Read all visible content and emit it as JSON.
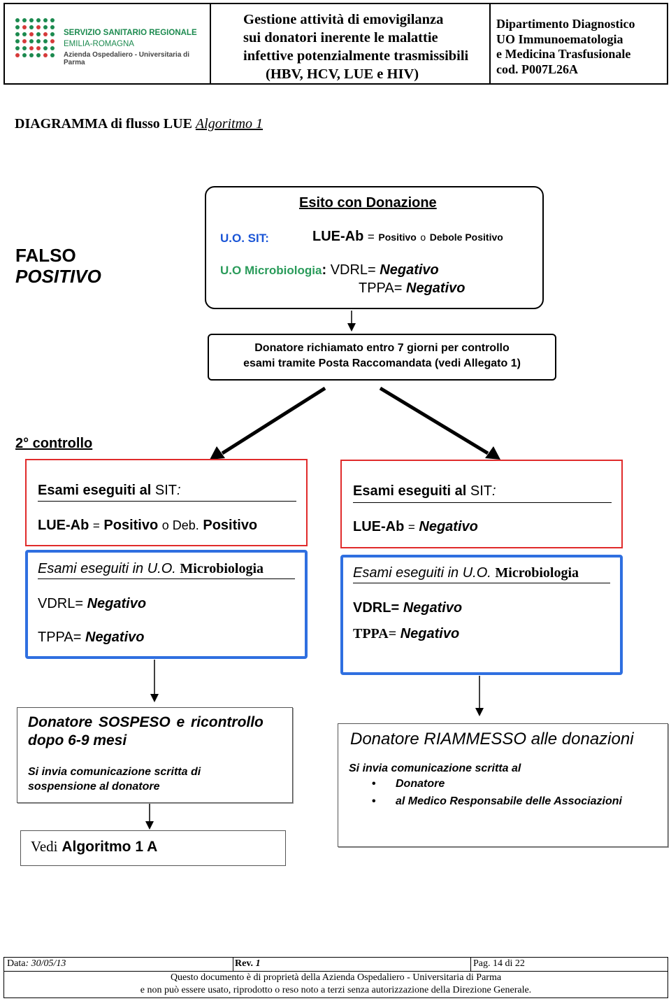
{
  "header": {
    "logo": {
      "line1": "SERVIZIO SANITARIO REGIONALE",
      "line2": "EMILIA-ROMAGNA",
      "line3": "Azienda Ospedaliero - Universitaria di Parma"
    },
    "title": {
      "line1": "Gestione attività di emovigilanza",
      "line2": "sui donatori  inerente le malattie",
      "line3": "infettive potenzialmente trasmissibili",
      "line4": "(HBV, HCV, LUE e HIV)"
    },
    "dept": {
      "line1": "Dipartimento Diagnostico",
      "line2": "UO Immunoematologia",
      "line3": "e Medicina Trasfusionale",
      "line4": "cod. P007L26A"
    }
  },
  "page_title": {
    "prefix": "DIAGRAMMA di  flusso  LUE",
    "algo": "Algoritmo 1"
  },
  "false_positive": {
    "line1": "FALSO",
    "line2": "POSITIVO"
  },
  "esito_box": {
    "title": "Esito con Donazione",
    "sit_label": "U.O. SIT:",
    "lue_label": "LUE-Ab",
    "eq": "=",
    "positivo": "Positivo",
    "o": "o",
    "debole": "Debole Positivo",
    "micro_label": "U.O Microbiologia",
    "colon": ":",
    "vdrl": "VDRL=",
    "vdrl_val": "Negativo",
    "tppa": "TPPA=",
    "tppa_val": "Negativo"
  },
  "recall_box": {
    "line1": "Donatore richiamato entro 7 giorni per controllo",
    "line2": "esami tramite Posta Raccomandata (vedi Allegato 1)"
  },
  "second_control": "2° controllo",
  "left_sit": {
    "title_bold": "Esami eseguiti al",
    "title_plain": "SIT",
    "title_colon": ":",
    "lue": "LUE-Ab",
    "eq": "=",
    "pos": "Positivo",
    "o_deb": "o Deb.",
    "pos2": "Positivo"
  },
  "left_micro": {
    "title_italic": "Esami eseguiti in U.O.",
    "title_bold": "Microbiologia",
    "vdrl": "VDRL=",
    "vdrl_val": "Negativo",
    "tppa": "TPPA=",
    "tppa_val": "Negativo"
  },
  "right_sit": {
    "title_bold": "Esami eseguiti al",
    "title_plain": "SIT",
    "title_colon": ":",
    "lue": "LUE-Ab",
    "eq": "=",
    "neg": "Negativo"
  },
  "right_micro": {
    "title_italic": "Esami eseguiti in U.O.",
    "title_bold": "Microbiologia",
    "vdrl": "VDRL=",
    "vdrl_val": "Negativo",
    "tppa": "TPPA=",
    "tppa_val": "Negativo"
  },
  "suspended_box": {
    "line1": "Donatore  SOSPESO  e  ricontrollo",
    "line2": "dopo 6-9 mesi",
    "line3": "Si invia comunicazione scritta di",
    "line4": "sospensione al donatore"
  },
  "readmitted_box": {
    "title": "Donatore RIAMMESSO alle donazioni",
    "line1": "Si invia comunicazione scritta al",
    "bullet1": "Donatore",
    "bullet2": "al Medico Responsabile delle Associazioni"
  },
  "see_box": {
    "vedi": "Vedi",
    "algo": "Algoritmo 1 A"
  },
  "footer": {
    "data_label": "Data",
    "data_value": ": 30/05/13",
    "rev_label": "Rev.",
    "rev_value": "1",
    "page": "Pag. 14 di 22",
    "line1": "Questo documento è di proprietà della Azienda Ospedaliero - Universitaria di Parma",
    "line2": "e non può essere usato, riprodotto o reso noto a terzi senza autorizzazione della Direzione Generale."
  },
  "colors": {
    "red": "#e02b2b",
    "blue": "#2f6fe0",
    "green": "#1c8a4f"
  }
}
